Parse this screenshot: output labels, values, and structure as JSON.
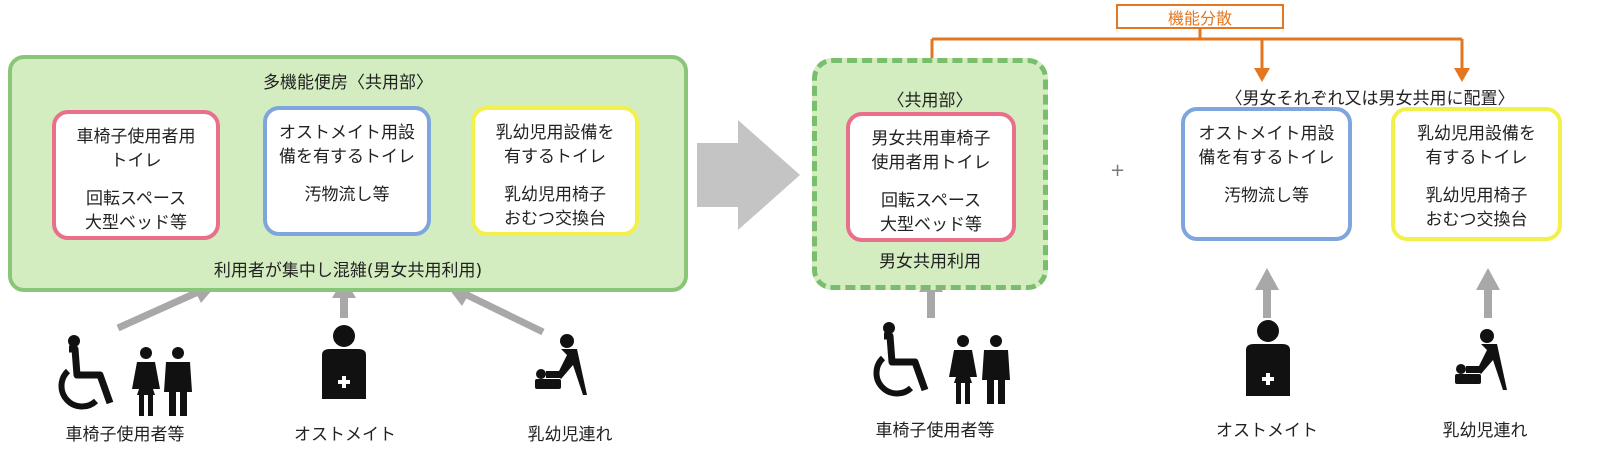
{
  "colors": {
    "panel_fill": "#d4edc0",
    "panel_border": "#8ac67a",
    "pink": "#e8708a",
    "blue": "#7fa6dc",
    "yellow": "#f2f04a",
    "orange": "#e3761f",
    "arrow_gray": "#a8a8a8"
  },
  "left": {
    "title": "多機能便房〈共用部〉",
    "card1": {
      "title": "車椅子使用者用\nトイレ",
      "detail": "回転スペース\n大型ベッド等"
    },
    "card2": {
      "title": "オストメイト用設\n備を有するトイレ",
      "detail": "汚物流し等"
    },
    "card3": {
      "title": "乳幼児用設備を\n有するトイレ",
      "detail": "乳幼児用椅子\nおむつ交換台"
    },
    "footer": "利用者が集中し混雑(男女共用利用)",
    "users": [
      {
        "label": "車椅子使用者等",
        "icon": "wheelchair-and-couple-icon"
      },
      {
        "label": "オストメイト",
        "icon": "ostomate-icon"
      },
      {
        "label": "乳幼児連れ",
        "icon": "baby-changing-icon"
      }
    ]
  },
  "right": {
    "distribution_label": "機能分散",
    "shared_title": "〈共用部〉",
    "shared_card": {
      "title": "男女共用車椅子\n使用者用トイレ",
      "detail": "回転スペース\n大型ベッド等"
    },
    "shared_footer": "男女共用利用",
    "plus": "+",
    "separate_title": "〈男女それぞれ又は男女共用に配置〉",
    "card2": {
      "title": "オストメイト用設\n備を有するトイレ",
      "detail": "汚物流し等"
    },
    "card3": {
      "title": "乳幼児用設備を\n有するトイレ",
      "detail": "乳幼児用椅子\nおむつ交換台"
    },
    "users": [
      {
        "label": "車椅子使用者等",
        "icon": "wheelchair-and-couple-icon"
      },
      {
        "label": "オストメイト",
        "icon": "ostomate-icon"
      },
      {
        "label": "乳幼児連れ",
        "icon": "baby-changing-icon"
      }
    ]
  }
}
